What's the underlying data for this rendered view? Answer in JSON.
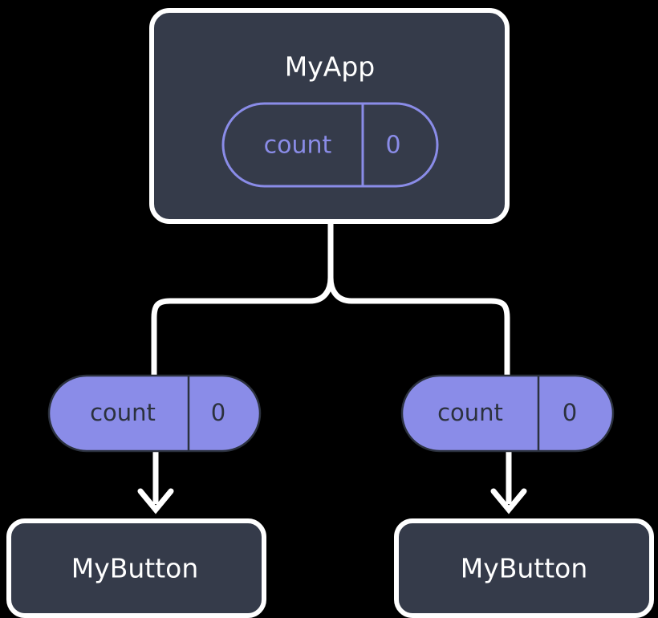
{
  "diagram": {
    "type": "component-state-tree",
    "background_color": "#000000",
    "colors": {
      "box_fill": "#353b4a",
      "box_stroke": "#ffffff",
      "box_text": "#ffffff",
      "pill_accent": "#8a8ce8",
      "pill_outline_text": "#8a8ce8",
      "pill_filled_text": "#2b313d",
      "connector": "#ffffff"
    },
    "root": {
      "name": "root-component",
      "title": "MyApp",
      "state": {
        "key": "count",
        "value": "0",
        "style": "outlined"
      }
    },
    "children": [
      {
        "name": "child-left",
        "prop": {
          "key": "count",
          "value": "0",
          "style": "filled"
        },
        "title": "MyButton"
      },
      {
        "name": "child-right",
        "prop": {
          "key": "count",
          "value": "0",
          "style": "filled"
        },
        "title": "MyButton"
      }
    ]
  }
}
